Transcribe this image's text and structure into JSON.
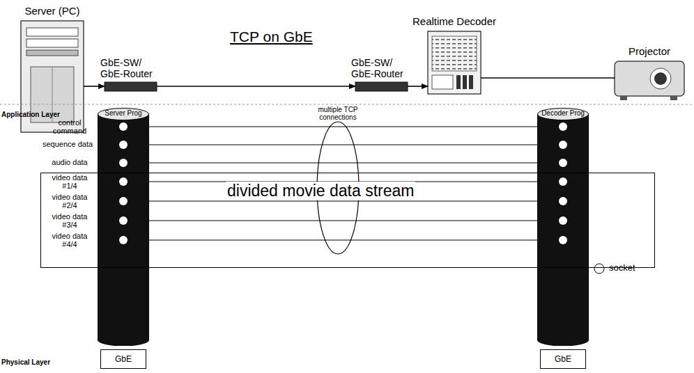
{
  "diagram": {
    "title": "TCP on GbE",
    "nodes": [
      {
        "text": [
          "Server (PC)"
        ]
      },
      {
        "text": [
          "GbE-SW/ GbE-Router"
        ]
      },
      {
        "text": [
          "GbE-SW/ GbE-Router"
        ]
      },
      {
        "text": [
          "Realtime Decoder"
        ]
      },
      {
        "text": [
          "Projector"
        ]
      },
      {
        "text": [
          "Server Prog"
        ]
      },
      {
        "text": [
          "Decoder Prog"
        ]
      },
      {
        "text": [
          "GbE"
        ]
      },
      {
        "text": [
          "GbE"
        ]
      },
      {
        "text": [
          "divided movie data stream"
        ]
      }
    ],
    "edges": [
      {
        "from": 0,
        "to": 1,
        "arrow": "to"
      },
      {
        "from": 1,
        "to": 2,
        "arrow": "to"
      },
      {
        "from": 2,
        "to": 3,
        "arrow": "to"
      },
      {
        "from": 3,
        "to": 4,
        "arrow": "none"
      },
      {
        "from": 5,
        "to": 6,
        "arrow": "none"
      },
      {
        "from": 5,
        "to": 6,
        "arrow": "none"
      },
      {
        "from": 5,
        "to": 6,
        "arrow": "none"
      },
      {
        "from": 5,
        "to": 6,
        "arrow": "none"
      },
      {
        "from": 5,
        "to": 6,
        "arrow": "none"
      },
      {
        "from": 5,
        "to": 6,
        "arrow": "none"
      },
      {
        "from": 5,
        "to": 6,
        "arrow": "none"
      }
    ],
    "labels": [
      "Application Layer",
      "control command",
      "sequence data",
      "audio data",
      "video data #1/4",
      "video data #2/4",
      "video data #3/4",
      "video data #4/4",
      "multiple TCP connections",
      "Physical Layer"
    ],
    "legend": [
      {
        "text": "socket"
      }
    ]
  }
}
